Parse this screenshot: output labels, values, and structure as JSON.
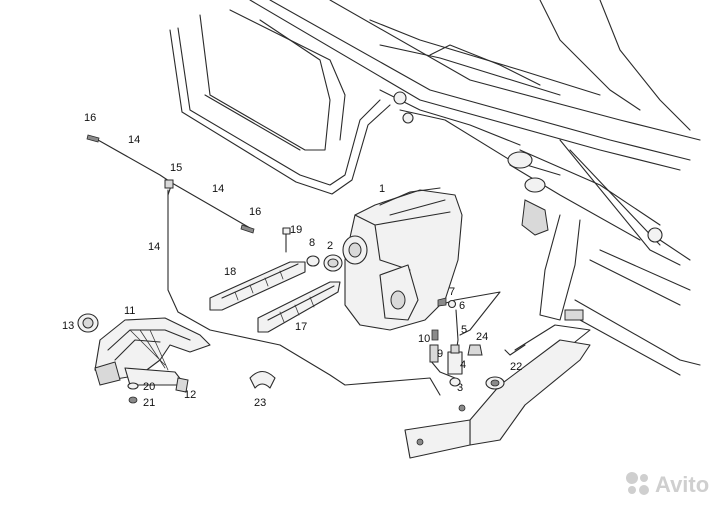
{
  "labels": {
    "p1": "1",
    "p2": "2",
    "p3": "3",
    "p4": "4",
    "p5": "5",
    "p6": "6",
    "p7": "7",
    "p8": "8",
    "p9": "9",
    "p10": "10",
    "p11": "11",
    "p12": "12",
    "p13": "13",
    "p14a": "14",
    "p14b": "14",
    "p14c": "14",
    "p15": "15",
    "p16a": "16",
    "p16b": "16",
    "p17": "17",
    "p18": "18",
    "p19": "19",
    "p20": "20",
    "p21": "21",
    "p22": "22",
    "p23": "23",
    "p24": "24"
  },
  "watermark": {
    "text": "Avito",
    "icon": "avito-logo-icon"
  },
  "colors": {
    "line": "#2b2b2b",
    "background": "#ffffff",
    "watermark": "#cfcfcf"
  }
}
